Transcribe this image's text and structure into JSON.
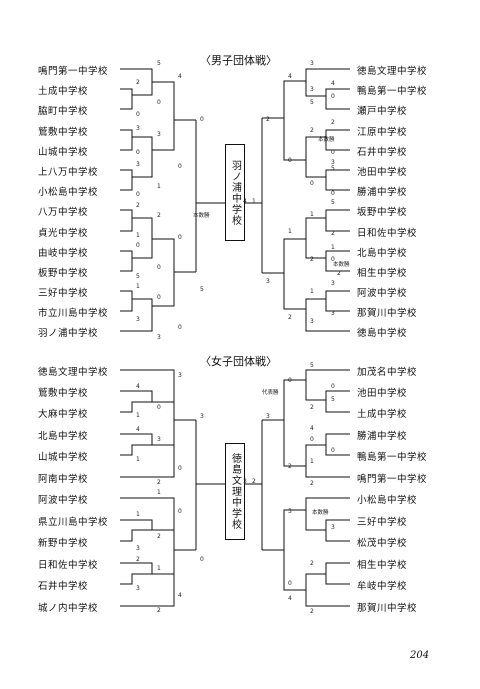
{
  "boys": {
    "title": "〈男子団体戦〉",
    "champion": "羽ノ浦中学校",
    "left_teams": [
      "鳴門第一中学校",
      "土成中学校",
      "脇町中学校",
      "鷲敷中学校",
      "山城中学校",
      "上八万中学校",
      "小松島中学校",
      "八万中学校",
      "貞光中学校",
      "由岐中学校",
      "板野中学校",
      "三好中学校",
      "市立川島中学校",
      "羽ノ浦中学校"
    ],
    "right_teams": [
      "徳島文理中学校",
      "鴨島第一中学校",
      "瀬戸中学校",
      "江原中学校",
      "石井中学校",
      "池田中学校",
      "勝浦中学校",
      "坂野中学校",
      "日和佐中学校",
      "北島中学校",
      "相生中学校",
      "阿波中学校",
      "那賀川中学校",
      "徳島中学校"
    ],
    "scores": [
      "5",
      "4",
      "2",
      "0",
      "0",
      "3",
      "3",
      "0",
      "0",
      "0",
      "3",
      "1",
      "0",
      "2",
      "1",
      "0",
      "0",
      "2",
      "0",
      "5",
      "1",
      "0",
      "3",
      "3",
      "0",
      "4",
      "5",
      "4",
      "1",
      "3",
      "4",
      "0",
      "3",
      "5",
      "0",
      "2",
      "2",
      "0",
      "2",
      "3",
      "5",
      "0",
      "0",
      "1",
      "1",
      "5",
      "3",
      "2",
      "1",
      "0",
      "2",
      "2",
      "3",
      "1",
      "3",
      "2",
      "3"
    ],
    "notes": [
      "本数勝",
      "本数勝",
      "本数勝"
    ]
  },
  "girls": {
    "title": "〈女子団体戦〉",
    "champion": "徳島文理中学校",
    "left_teams": [
      "徳島文理中学校",
      "鷲敷中学校",
      "大麻中学校",
      "北島中学校",
      "山城中学校",
      "阿南中学校",
      "阿波中学校",
      "県立川島中学校",
      "新野中学校",
      "日和佐中学校",
      "石井中学校",
      "城ノ内中学校"
    ],
    "right_teams": [
      "加茂名中学校",
      "池田中学校",
      "土成中学校",
      "勝浦中学校",
      "鴨島第一中学校",
      "鳴門第一中学校",
      "小松島中学校",
      "三好中学校",
      "松茂中学校",
      "相生中学校",
      "牟岐中学校",
      "那賀川中学校"
    ],
    "scores": [
      "3",
      "4",
      "0",
      "1",
      "4",
      "3",
      "1",
      "0",
      "2",
      "1",
      "0",
      "1",
      "2",
      "3",
      "2",
      "1",
      "3",
      "2",
      "4",
      "3",
      "0",
      "3",
      "2",
      "3",
      "0",
      "5",
      "0",
      "5",
      "2",
      "2",
      "4",
      "0",
      "0",
      "1",
      "2",
      "3",
      "3",
      "0",
      "2",
      "4",
      "2"
    ],
    "notes": [
      "代表勝",
      "本数勝"
    ]
  },
  "page_number": "204"
}
